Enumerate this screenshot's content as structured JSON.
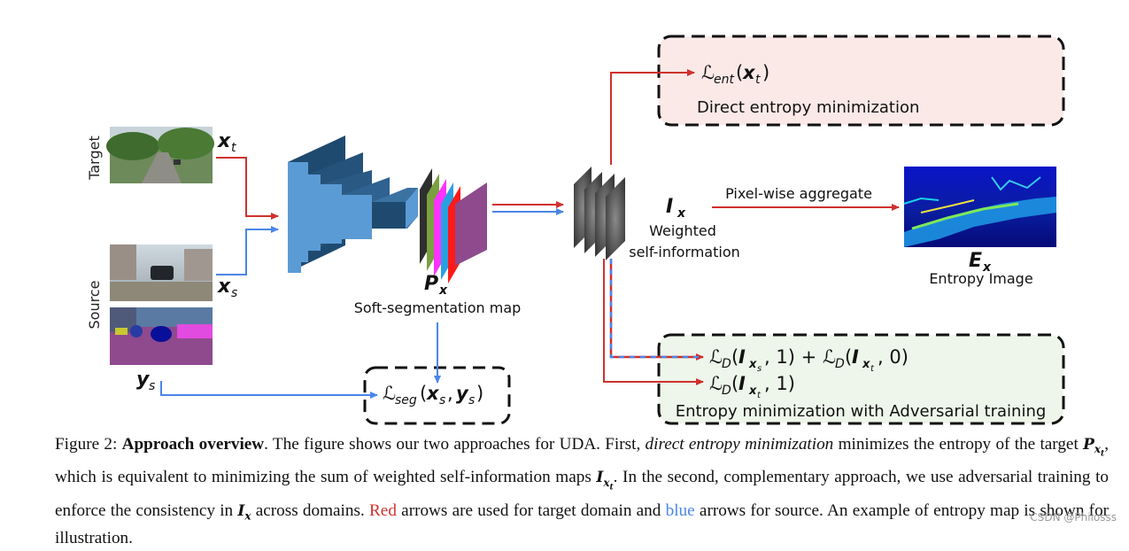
{
  "colors": {
    "target_arrow": "#d0312d",
    "source_arrow": "#4a86e8",
    "ent_box_fill": "#fbe9e8",
    "adv_box_fill": "#eef5ea"
  },
  "labels": {
    "target": "Target",
    "source": "Source",
    "xt": "x",
    "xt_sub": "t",
    "xs": "x",
    "xs_sub": "s",
    "ys": "y",
    "ys_sub": "s",
    "px": "P",
    "px_sub": "x",
    "soft_seg_map": "Soft-segmentation map",
    "ix": "I",
    "ix_sub": "x",
    "weighted": "Weighted",
    "self_information": "self-information",
    "pixel_wise_aggregate": "Pixel-wise aggregate",
    "ex": "E",
    "ex_sub": "x",
    "entropy_image": "Entropy Image"
  },
  "boxes": {
    "ent_loss": "ℒent(xt)",
    "ent_title": "Direct entropy minimization",
    "seg_loss": "ℒseg(xs, ys)",
    "adv_loss1": "ℒD(Ixs, 1) + ℒD(Ixt, 0)",
    "adv_loss2": "ℒD(Ixt, 1)",
    "adv_title": "Entropy minimization with Adversarial training"
  },
  "caption": {
    "fig": "Figure 2:",
    "bold": "Approach overview",
    "t1": ". The figure shows our two approaches for UDA. First,",
    "it1": "direct entropy minimization",
    "t2": "minimizes the entropy of the target",
    "t3": ", which is equivalent to minimizing the sum of weighted self-information maps",
    "t4": ". In the second, complementary approach, we use adversarial training to enforce the consistency in",
    "t5": "across domains.",
    "red": "Red",
    "t6": "arrows are used for target domain and",
    "blue": "blue",
    "t7": "arrows for source. An example of entropy map is shown for illustration."
  },
  "watermark": "CSDN @Philosss"
}
